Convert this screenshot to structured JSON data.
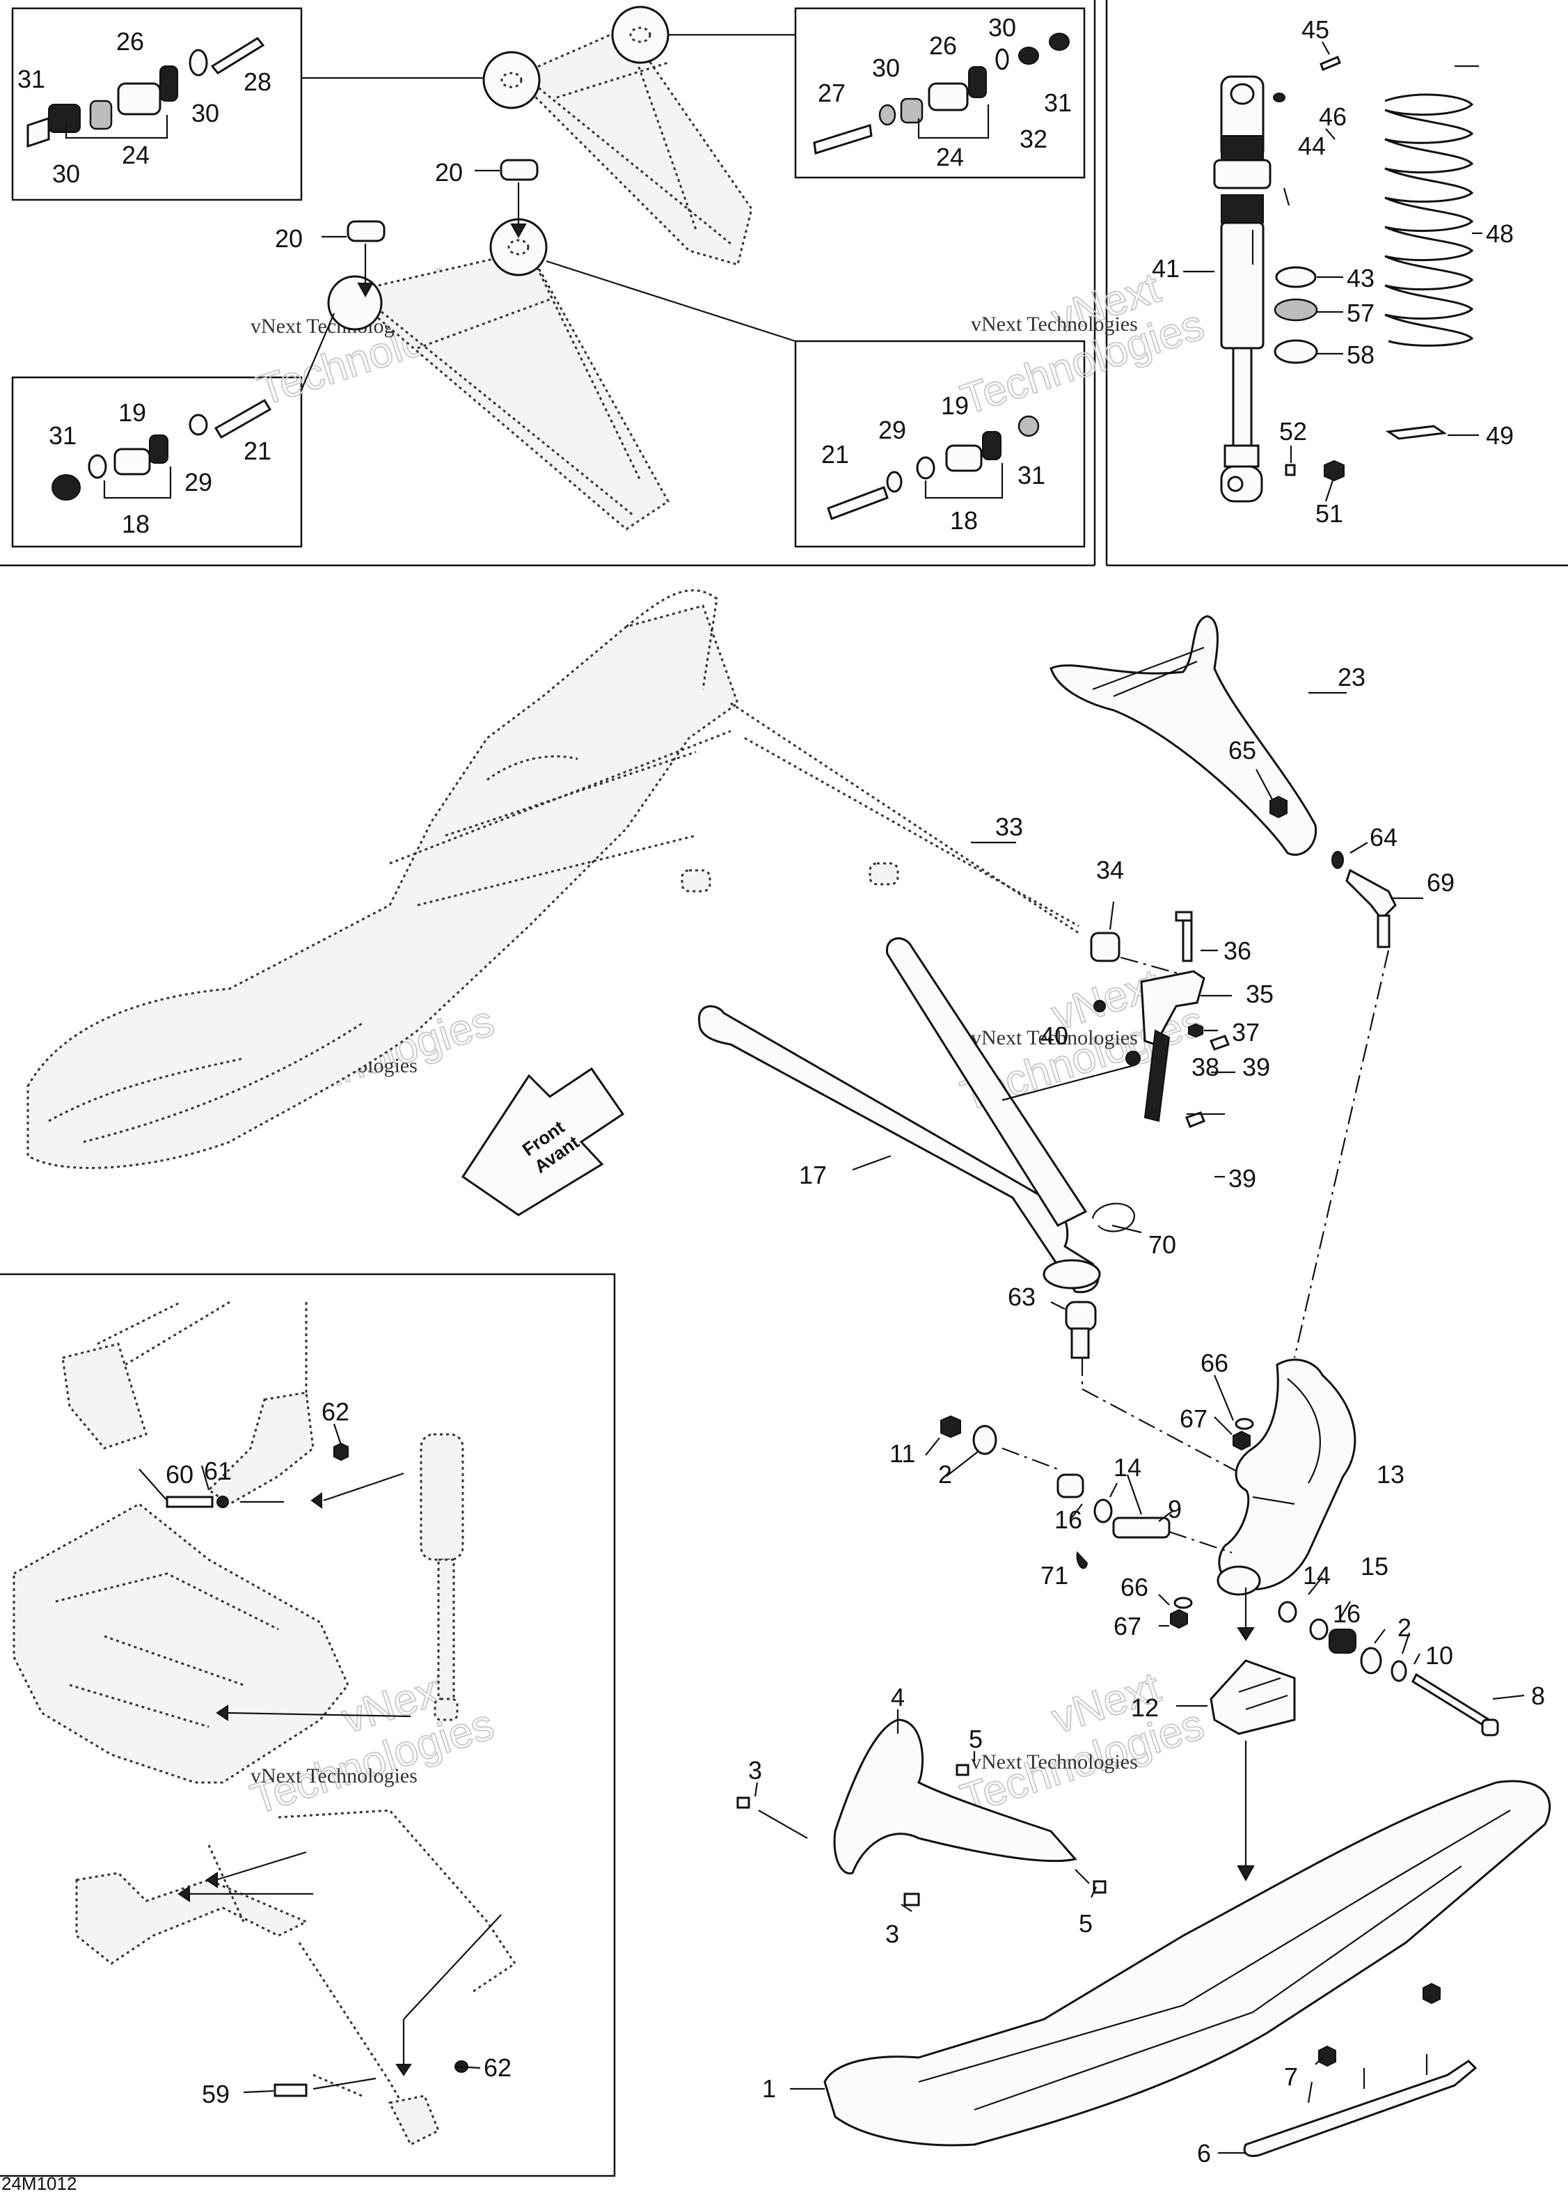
{
  "figure_code": "24M1012",
  "watermark": {
    "line1": "vNext",
    "line2": "Technologies",
    "full": "vNext Technologies"
  },
  "front_arrow": {
    "line1": "Front",
    "line2": "Avant"
  },
  "callouts": {
    "c1": "1",
    "c2a": "2",
    "c2b": "2",
    "c3a": "3",
    "c3b": "3",
    "c4": "4",
    "c5a": "5",
    "c5b": "5",
    "c6": "6",
    "c7": "7",
    "c8": "8",
    "c9": "9",
    "c10": "10",
    "c11": "11",
    "c12": "12",
    "c13": "13",
    "c14a": "14",
    "c14b": "14",
    "c15": "15",
    "c16a": "16",
    "c16b": "16",
    "c17": "17",
    "c18a": "18",
    "c18b": "18",
    "c19a": "19",
    "c19b": "19",
    "c20a": "20",
    "c20b": "20",
    "c21a": "21",
    "c21b": "21",
    "c23": "23",
    "c24a": "24",
    "c24b": "24",
    "c26a": "26",
    "c26b": "26",
    "c27": "27",
    "c28": "28",
    "c29a": "29",
    "c29b": "29",
    "c30a": "30",
    "c30b": "30",
    "c30c": "30",
    "c30d": "30",
    "c31a": "31",
    "c31b": "31",
    "c31c": "31",
    "c31d": "31",
    "c32": "32",
    "c33": "33",
    "c34": "34",
    "c35": "35",
    "c36": "36",
    "c37": "37",
    "c38": "38",
    "c39a": "39",
    "c39b": "39",
    "c40": "40",
    "c41": "41",
    "c43": "43",
    "c44": "44",
    "c45": "45",
    "c46": "46",
    "c48": "48",
    "c49": "49",
    "c51": "51",
    "c52": "52",
    "c57": "57",
    "c58": "58",
    "c59": "59",
    "c60": "60",
    "c61": "61",
    "c62a": "62",
    "c62b": "62",
    "c63": "63",
    "c64": "64",
    "c65": "65",
    "c66a": "66",
    "c66b": "66",
    "c67a": "67",
    "c67b": "67",
    "c69": "69",
    "c70": "70",
    "c71": "71"
  },
  "colors": {
    "line": "#111111",
    "background": "#ffffff",
    "watermark": "#cccccc"
  }
}
